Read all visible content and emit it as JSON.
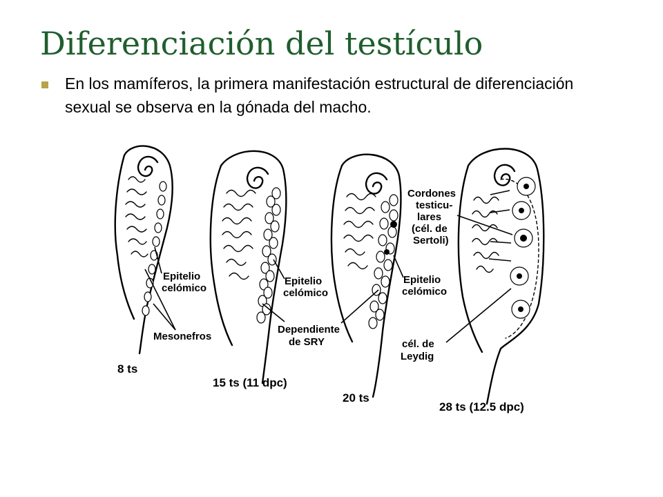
{
  "slide": {
    "title": "Diferenciación del testículo",
    "bullet": "En los mamíferos, la primera manifestación estructural de diferenciación sexual se observa en la gónada del macho."
  },
  "figure": {
    "labels": {
      "epitelio_1": [
        "Epitelio",
        "celómico"
      ],
      "mesonefros": "Mesonefros",
      "epitelio_2": [
        "Epitelio",
        "celómico"
      ],
      "dependiente": [
        "Dependiente",
        "de SRY"
      ],
      "epitelio_3": [
        "Epitelio",
        "celómico"
      ],
      "cordones": [
        "Cordones",
        "testicu-",
        "lares",
        "(cél. de",
        "Sertoli)"
      ],
      "leydig": [
        "cél. de",
        "Leydig"
      ]
    },
    "stages": [
      "8 ts",
      "15 ts (11 dpc)",
      "20 ts",
      "28 ts (12.5 dpc)"
    ]
  },
  "colors": {
    "title": "#1f5e2e",
    "bullet": "#b8a24a"
  }
}
